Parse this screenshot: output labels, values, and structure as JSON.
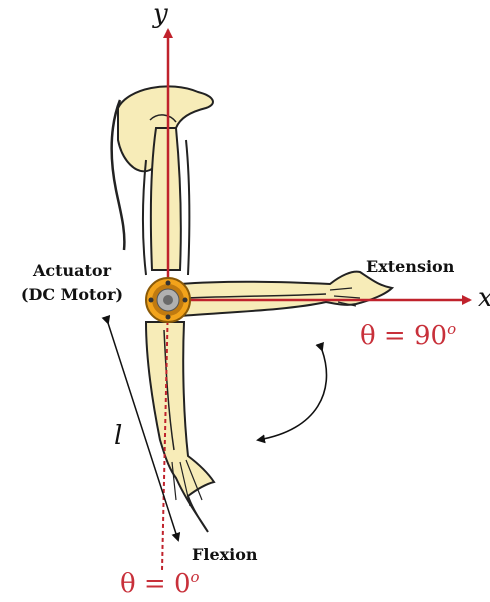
{
  "labels": {
    "y_axis": "y",
    "x_axis": "x",
    "length": "l",
    "actuator_line1": "Actuator",
    "actuator_line2": "(DC Motor)",
    "extension": "Extension",
    "flexion": "Flexion",
    "theta_extension": "θ = 90",
    "theta_extension_sup": "o",
    "theta_flexion": "θ = 0",
    "theta_flexion_sup": "o"
  },
  "colors": {
    "axis": "#c0222c",
    "theta_text": "#c8303a",
    "bone_fill": "#f7ecb8",
    "bone_stroke": "#222222",
    "motor_outer": "#f2a31b",
    "motor_inner": "#c07a10",
    "motor_hub": "#8a8a8a",
    "arrow": "#111111"
  }
}
